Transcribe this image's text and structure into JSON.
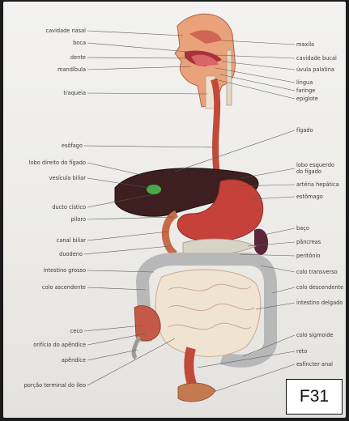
{
  "labels_left": [
    "cavidade nasal",
    "boca",
    "dente",
    "mandíbula",
    "traqueia",
    "esôfago",
    "lobo direito do fígado",
    "vesícula biliar",
    "ducto cístico",
    "piloro",
    "canal biliar",
    "duodeno",
    "intestino grosso",
    "colo ascendente",
    "ceco",
    "orifício do apêndice",
    "apêndice",
    "porção terminal do íleo"
  ],
  "labels_right": [
    "maxila",
    "cavidade bucal",
    "úvula palatina",
    "língua",
    "faringe",
    "epiglote",
    "fígado",
    "lobo esquerdo do fígado",
    "artéria hepática",
    "estômago",
    "baço",
    "pâncreas",
    "peritônio",
    "colo transverso",
    "colo descendente",
    "intestino delgado",
    "colo sigmoide",
    "reto",
    "esfíncter anal"
  ],
  "figure_tag": "F31"
}
